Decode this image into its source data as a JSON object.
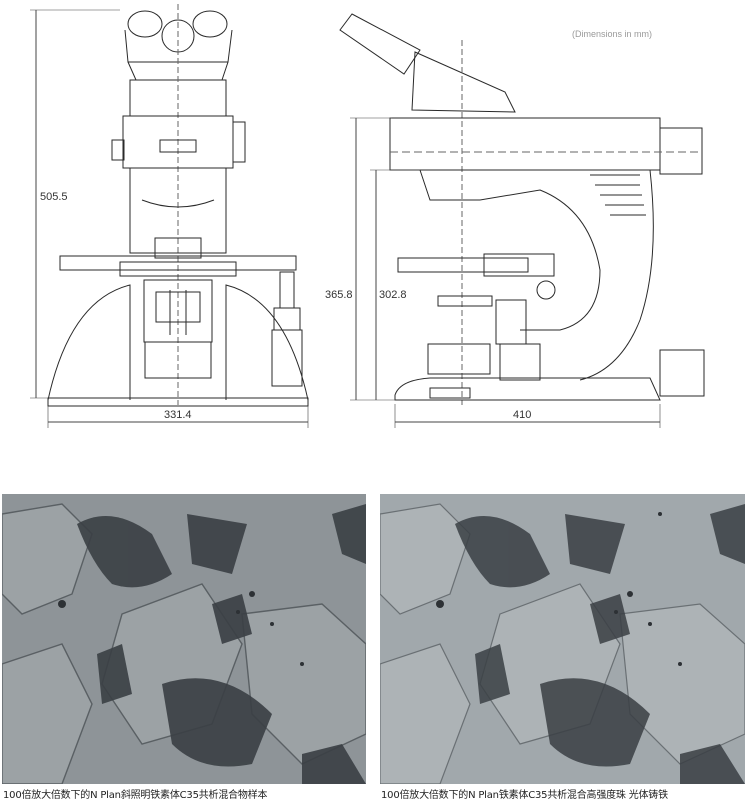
{
  "drawing": {
    "front_view": {
      "height_label": "505.5",
      "width_label": "331.4"
    },
    "side_view": {
      "dimensions_note": "(Dimensions in mm)",
      "height_label_total": "365.8",
      "height_label_stage": "302.8",
      "depth_label": "410"
    }
  },
  "micrographs": {
    "left": {
      "caption": "100倍放大倍数下的N Plan斜照明铁素体C35共析混合物样本"
    },
    "right": {
      "caption": "100倍放大倍数下的N Plan铁素体C35共析混合高强度珠 光体铸铁"
    }
  },
  "colors": {
    "line": "#2a2a2a",
    "micro_bg_left": "#8e9498",
    "micro_bg_right": "#a1a8ac",
    "grain_dark": "#3a3f44"
  }
}
